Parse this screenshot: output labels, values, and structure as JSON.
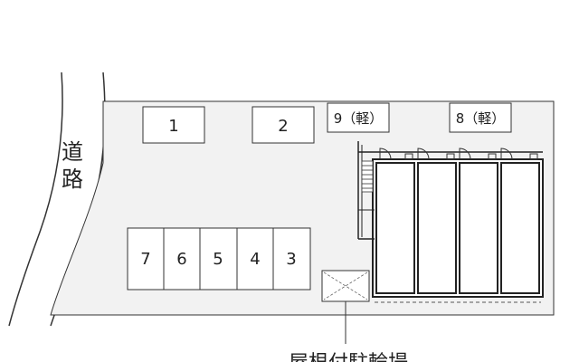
{
  "road": {
    "label_line1": "道",
    "label_line2": "路"
  },
  "parking_spaces": {
    "p1": "1",
    "p2": "2",
    "p3": "3",
    "p4": "4",
    "p5": "5",
    "p6": "6",
    "p7": "7",
    "p8": "8（軽）",
    "p9": "9（軽）"
  },
  "bike_parking": {
    "label": "屋根付駐輪場"
  },
  "colors": {
    "lot_fill": "#f2f2f2",
    "line": "#333333",
    "space_fill": "#ffffff"
  }
}
